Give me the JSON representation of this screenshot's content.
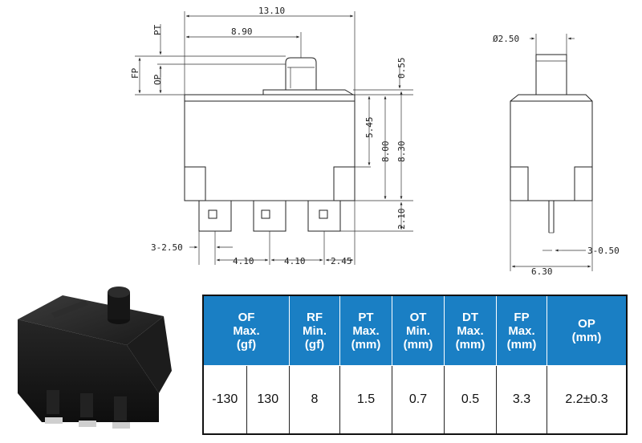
{
  "drawing": {
    "dims": {
      "width": "13.10",
      "to_button": "8.90",
      "pt": "PT",
      "fp": "FP",
      "op": "OP",
      "d055": "0.55",
      "d545": "5.45",
      "d800": "8.00",
      "d830": "8.30",
      "d210": "2.10",
      "pins_width": "3-2.50",
      "pitch1": "4.10",
      "pitch2": "4.10",
      "end": "2.45",
      "side_dia": "Ø2.50",
      "side_pin": "3-0.50",
      "side_width": "6.30"
    }
  },
  "table": {
    "headers": {
      "of": [
        "OF",
        "Max.",
        "(gf)"
      ],
      "rf": [
        "RF",
        "Min.",
        "(gf)"
      ],
      "pt": [
        "PT",
        "Max.",
        "(mm)"
      ],
      "ot": [
        "OT",
        "Min.",
        "(mm)"
      ],
      "dt": [
        "DT",
        "Max.",
        "(mm)"
      ],
      "fp": [
        "FP",
        "Max.",
        "(mm)"
      ],
      "op": [
        "OP",
        "(mm)"
      ]
    },
    "row": {
      "of_min": "-130",
      "of_max": "130",
      "rf": "8",
      "pt": "1.5",
      "ot": "0.7",
      "dt": "0.5",
      "fp": "3.3",
      "op": "2.2±0.3"
    },
    "header_color": "#1a7fc4"
  }
}
